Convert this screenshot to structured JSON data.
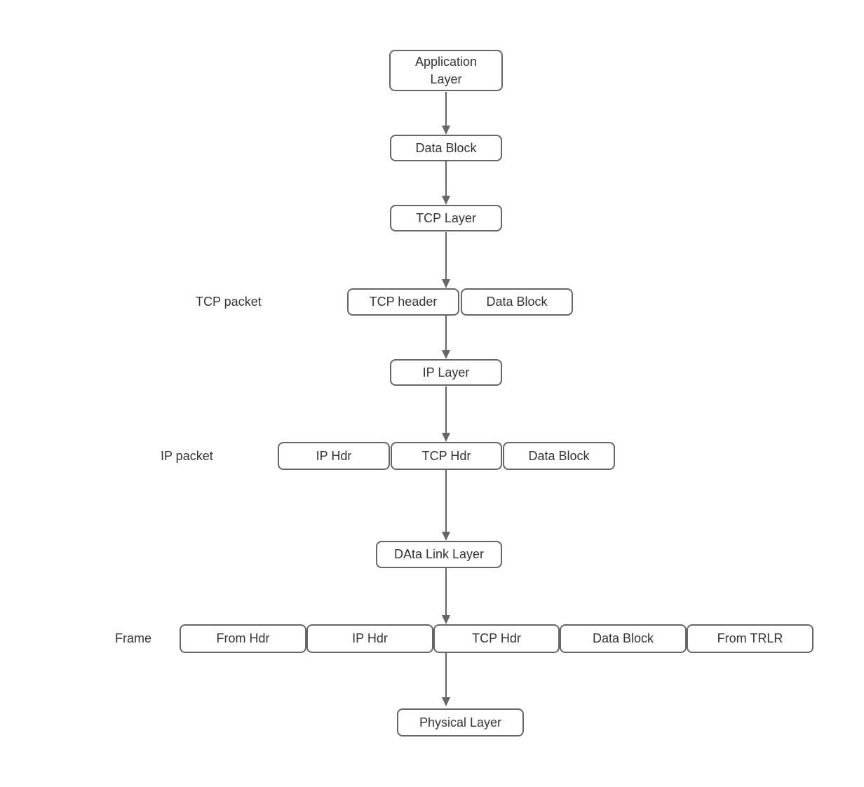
{
  "diagram": {
    "nodes": {
      "application_layer": "Application\nLayer",
      "app_data_block": "Data Block",
      "tcp_layer": "TCP Layer",
      "tcp_header": "TCP header",
      "tcp_data_block": "Data Block",
      "ip_layer": "IP Layer",
      "ip_hdr": "IP Hdr",
      "ip_tcp_hdr": "TCP Hdr",
      "ip_data_block": "Data Block",
      "data_link_layer": "DAta Link Layer",
      "frame_from_hdr": "From Hdr",
      "frame_ip_hdr": "IP Hdr",
      "frame_tcp_hdr": "TCP Hdr",
      "frame_data_block": "Data Block",
      "frame_from_trlr": "From TRLR",
      "physical_layer": "Physical Layer"
    },
    "row_labels": {
      "tcp_packet": "TCP packet",
      "ip_packet": "IP packet",
      "frame": "Frame"
    },
    "colors": {
      "node_border": "#666666",
      "node_fill": "#ffffff",
      "text": "#333333",
      "arrow": "#666666",
      "background": "#ffffff"
    }
  }
}
